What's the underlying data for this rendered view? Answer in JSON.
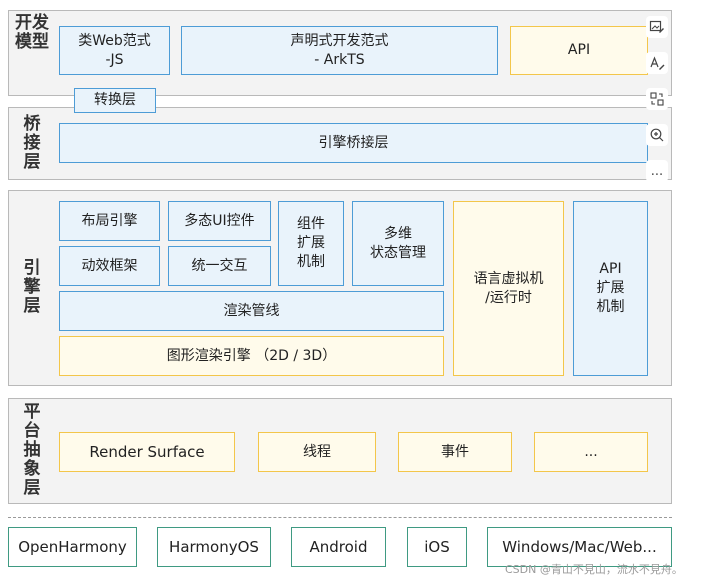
{
  "layers": {
    "dev": {
      "label": "开发\n模型",
      "boxes": [
        "类Web范式\n-JS",
        "声明式开发范式\n- ArkTS",
        "API"
      ]
    },
    "adapter_tag": "转换层",
    "bridge": {
      "label": "桥\n接\n层",
      "boxes": [
        "引擎桥接层"
      ]
    },
    "engine": {
      "label": "引\n擎\n层",
      "boxes": [
        "布局引擎",
        "多态UI控件",
        "组件\n扩展\n机制",
        "多维\n状态管理",
        "动效框架",
        "统一交互",
        "渲染管线",
        "图形渲染引擎 （2D / 3D）",
        "语言虚拟机\n/运行时",
        "API\n扩展\n机制"
      ]
    },
    "platform": {
      "label": "平\n台\n抽\n象\n层",
      "boxes": [
        "Render Surface",
        "线程",
        "事件",
        "..."
      ]
    }
  },
  "targets": [
    "OpenHarmony",
    "HarmonyOS",
    "Android",
    "iOS",
    "Windows/Mac/Web..."
  ],
  "toolbar": {
    "icons": [
      "image-edit-icon",
      "text-edit-icon",
      "swap-icon",
      "zoom-in-icon",
      "more-icon"
    ],
    "more_label": "..."
  },
  "watermark": "CSDN @青山不見山，流水不見舟。",
  "colors": {
    "blue_border": "#4d9cd6",
    "yellow_border": "#f3c64a",
    "green_border": "#3f9a82"
  }
}
